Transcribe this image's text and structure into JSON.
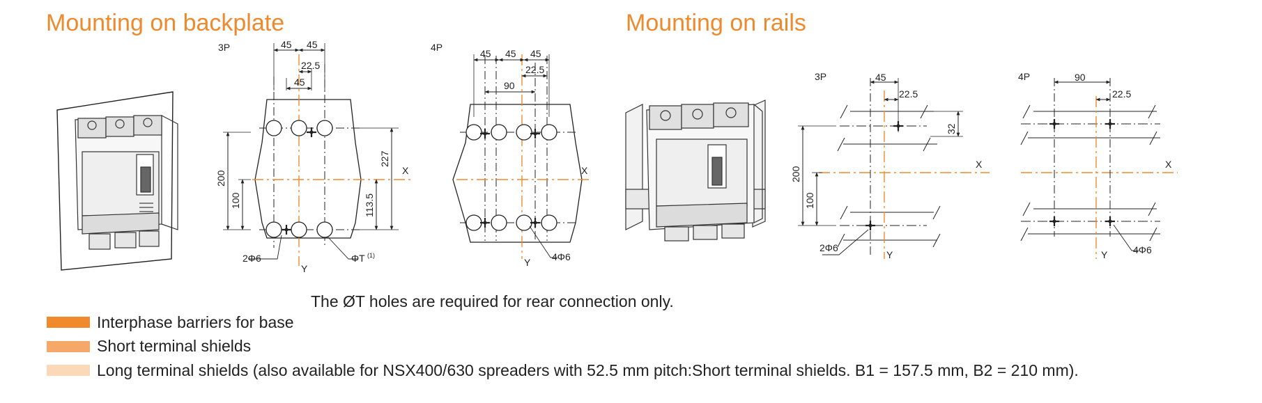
{
  "headings": {
    "backplate": "Mounting on backplate",
    "rails": "Mounting on rails"
  },
  "labels": {
    "p3": "3P",
    "p4": "4P",
    "axis_x": "X",
    "axis_y": "Y"
  },
  "dimensions": {
    "d45": "45",
    "d22_5": "22.5",
    "d90": "90",
    "d200": "200",
    "d100": "100",
    "d227": "227",
    "d113_5": "113.5",
    "d32": "32"
  },
  "callouts": {
    "two_phi6": "2Φ6",
    "phi_t": "ΦT",
    "phi_t_note": "(1)",
    "four_phi6": "4Φ6"
  },
  "note": "The ØT holes are required for rear connection only.",
  "legend": [
    {
      "label": "Interphase barriers for base",
      "color": "#f08a2c"
    },
    {
      "label": "Short terminal shields",
      "color": "#f5a868"
    },
    {
      "label": "Long terminal shields (also available for NSX400/630 spreaders with 52.5 mm pitch:Short terminal shields. B1 = 157.5 mm, B2 = 210 mm).",
      "color": "#fad8b8"
    }
  ],
  "colors": {
    "accent": "#ee8a2e",
    "line": "#222222"
  }
}
